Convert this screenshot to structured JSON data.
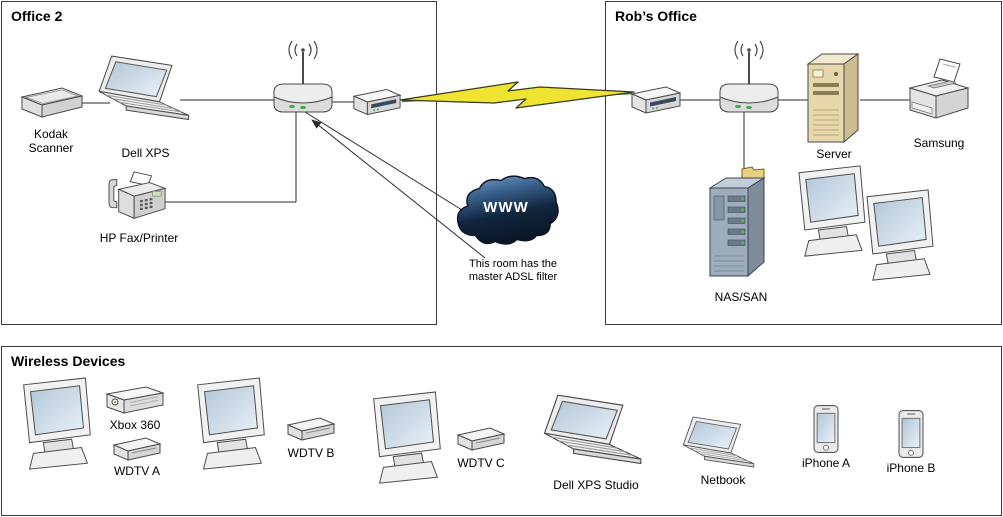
{
  "office2": {
    "title": "Office 2",
    "scanner_label": "Kodak Scanner",
    "laptop_label": "Dell XPS",
    "fax_label": "HP Fax/Printer",
    "annotation_line1": "This room has the",
    "annotation_line2": "master ADSL filter"
  },
  "internet": {
    "cloud_label": "WWW"
  },
  "robs_office": {
    "title": "Rob’s Office",
    "server_label": "Server",
    "printer_label": "Samsung",
    "nas_label": "NAS/SAN"
  },
  "wireless": {
    "title": "Wireless Devices",
    "xbox_label": "Xbox 360",
    "wdtv_a_label": "WDTV A",
    "wdtv_b_label": "WDTV B",
    "wdtv_c_label": "WDTV C",
    "laptop_label": "Dell XPS Studio",
    "netbook_label": "Netbook",
    "iphone_a_label": "iPhone A",
    "iphone_b_label": "iPhone B"
  },
  "colors": {
    "lightning_fill": "#efe431",
    "cloud_dark": "#0b1b2e",
    "led_green": "#3fae49",
    "server_tan": "#e6d8ab",
    "nas_steel": "#9dadbc"
  }
}
